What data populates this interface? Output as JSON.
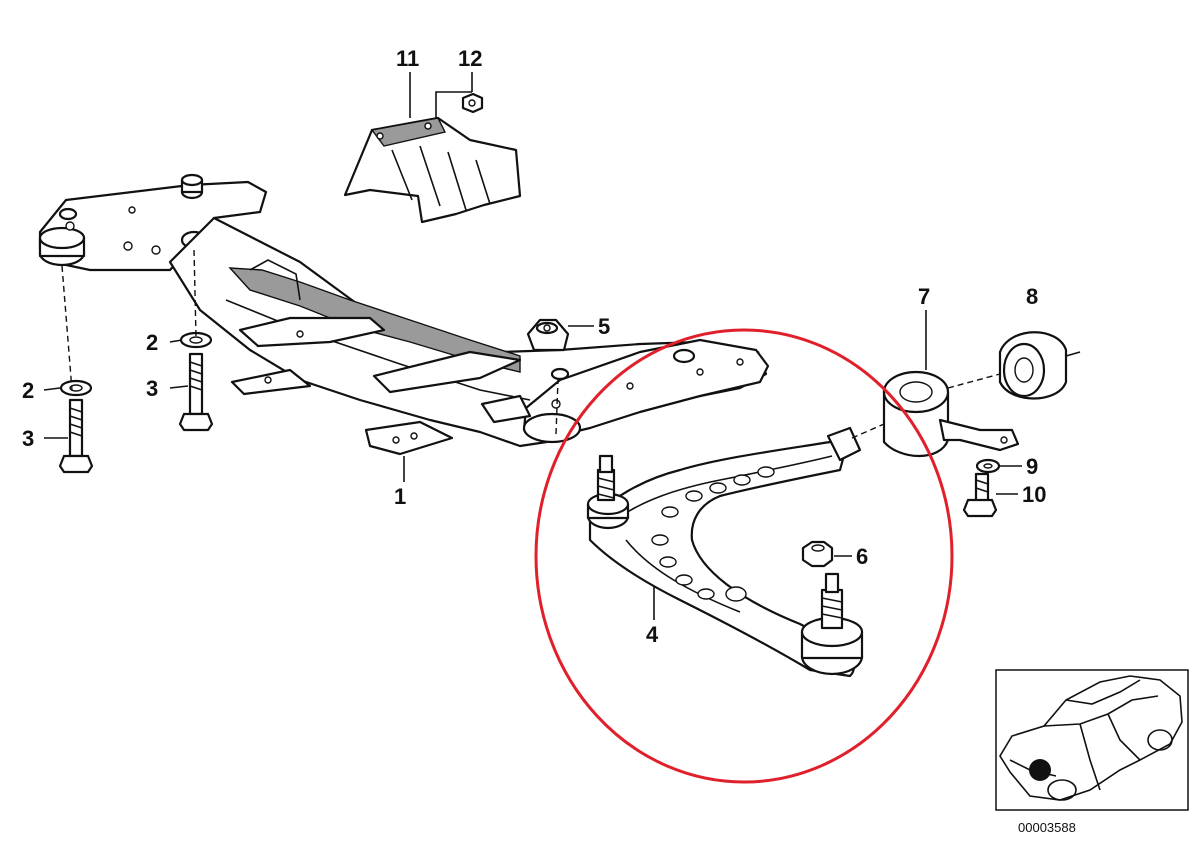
{
  "diagram": {
    "highlight_color": "#e0202a",
    "line_color": "#111111",
    "callouts": [
      {
        "id": "1",
        "label": "1"
      },
      {
        "id": "2a",
        "label": "2"
      },
      {
        "id": "2b",
        "label": "2"
      },
      {
        "id": "3a",
        "label": "3"
      },
      {
        "id": "3b",
        "label": "3"
      },
      {
        "id": "4",
        "label": "4"
      },
      {
        "id": "5",
        "label": "5"
      },
      {
        "id": "6",
        "label": "6"
      },
      {
        "id": "7",
        "label": "7"
      },
      {
        "id": "8",
        "label": "8"
      },
      {
        "id": "9",
        "label": "9"
      },
      {
        "id": "10",
        "label": "10"
      },
      {
        "id": "11",
        "label": "11"
      },
      {
        "id": "12",
        "label": "12"
      }
    ],
    "thumbnail": {
      "icon": "car-location-icon",
      "marker_color": "#111111",
      "reference_code": "00003588"
    }
  }
}
